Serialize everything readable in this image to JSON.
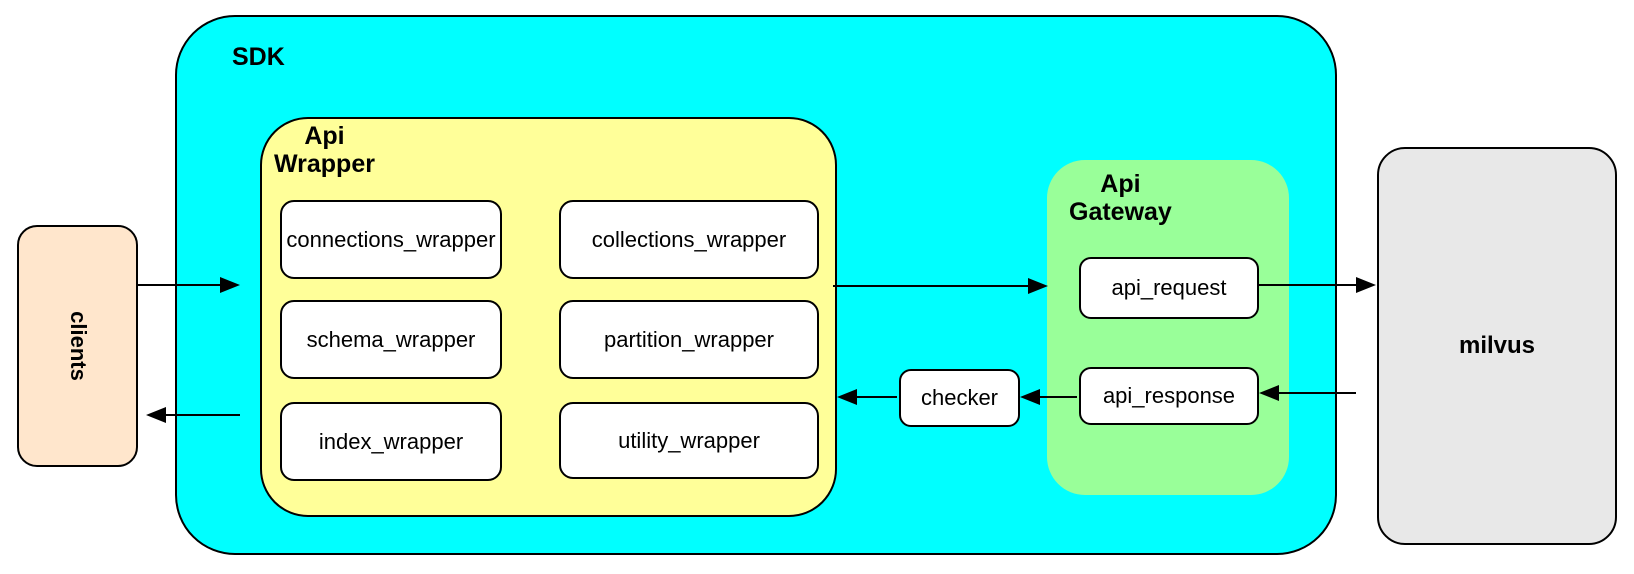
{
  "diagram": {
    "clients": {
      "label": "clients"
    },
    "sdk": {
      "label": "SDK"
    },
    "api_wrapper": {
      "label_top": "Api",
      "label_bottom": "Wrapper",
      "modules": [
        "connections_wrapper",
        "collections_wrapper",
        "schema_wrapper",
        "partition_wrapper",
        "index_wrapper",
        "utility_wrapper"
      ]
    },
    "checker": {
      "label": "checker"
    },
    "api_gateway": {
      "label_top": "Api",
      "label_bottom": "Gateway",
      "request_label": "api_request",
      "response_label": "api_response"
    },
    "milvus": {
      "label": "milvus"
    },
    "colors": {
      "sdk_fill": "#00FFFF",
      "api_wrapper_fill": "#FFFF99",
      "api_gateway_fill": "#99FF99",
      "clients_fill": "#FFE6CC",
      "milvus_fill": "#E8E8E8",
      "node_fill": "#FFFFFF",
      "stroke": "#000000"
    }
  }
}
